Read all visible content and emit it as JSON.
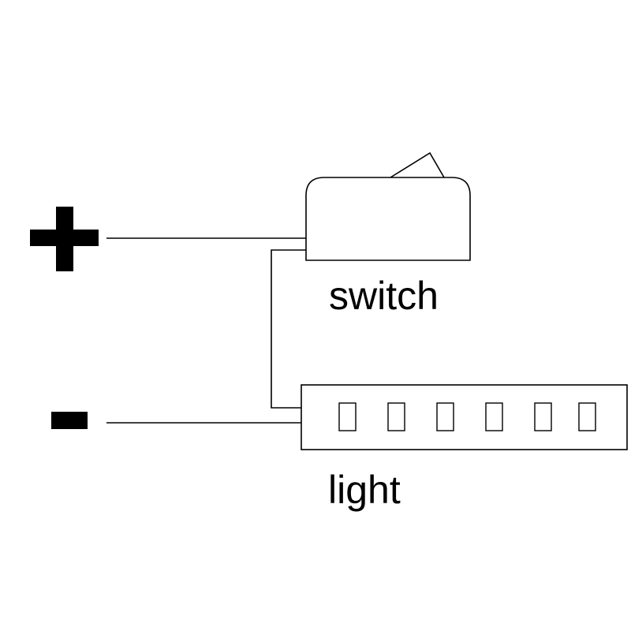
{
  "diagram": {
    "positive_terminal": {
      "icon": "plus-sign-icon"
    },
    "negative_terminal": {
      "icon": "minus-sign-icon"
    },
    "switch": {
      "label": "switch",
      "icon": "rocker-switch-icon"
    },
    "light": {
      "label": "light",
      "icon": "led-light-bar-icon",
      "cell_count": 6
    }
  },
  "colors": {
    "line": "#000000",
    "background": "#ffffff"
  }
}
